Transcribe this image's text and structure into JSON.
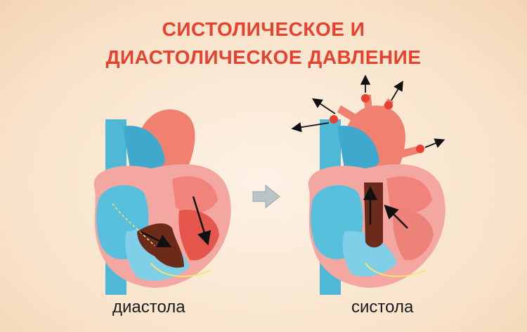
{
  "title": {
    "line1": "СИСТОЛИЧЕСКОЕ И",
    "line2": "ДИАСТОЛИЧЕСКОЕ ДАВЛЕНИЕ"
  },
  "panels": {
    "left": {
      "caption": "диастола"
    },
    "right": {
      "caption": "систола"
    }
  },
  "colors": {
    "title": "#e8412f",
    "veins_blue": "#4fb8d6",
    "arteries_red": "#f08070",
    "blood_dark": "#6b2a1a",
    "arrow_gray": "#b9c4c6",
    "blood_drop": "#e8412f"
  },
  "icons": {
    "transition_arrow": "right-arrow-icon",
    "blood_flow_arrow": "arrow-icon"
  }
}
